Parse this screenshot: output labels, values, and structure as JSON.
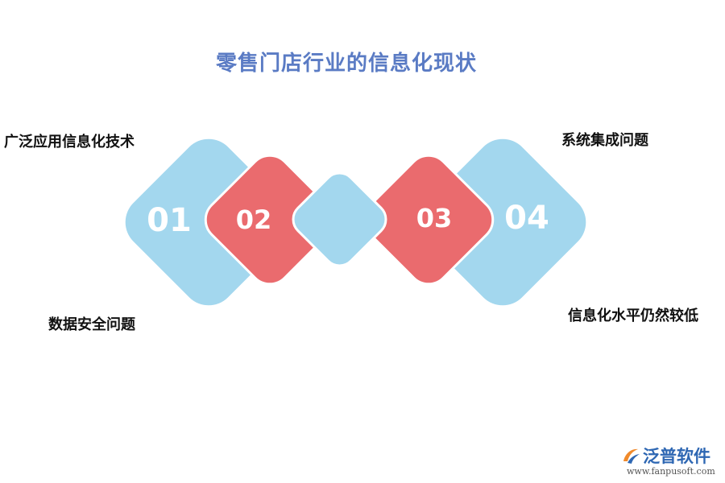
{
  "title": "零售门店行业的信息化现状",
  "items": [
    {
      "number": "01",
      "label": "广泛应用信息化技术"
    },
    {
      "number": "02",
      "label": "数据安全问题"
    },
    {
      "number": "03",
      "label": "系统集成问题"
    },
    {
      "number": "04",
      "label": "信息化水平仍然较低"
    }
  ],
  "colors": {
    "title": "#5a7bc4",
    "blue_diamond": "#a3d7ee",
    "red_diamond": "#ea6b6e",
    "number_text": "#ffffff",
    "brand": "#2e67b3",
    "logo_orange": "#f08a2c"
  },
  "logo": {
    "name": "泛普软件",
    "url": "www.fanpusoft.com"
  }
}
